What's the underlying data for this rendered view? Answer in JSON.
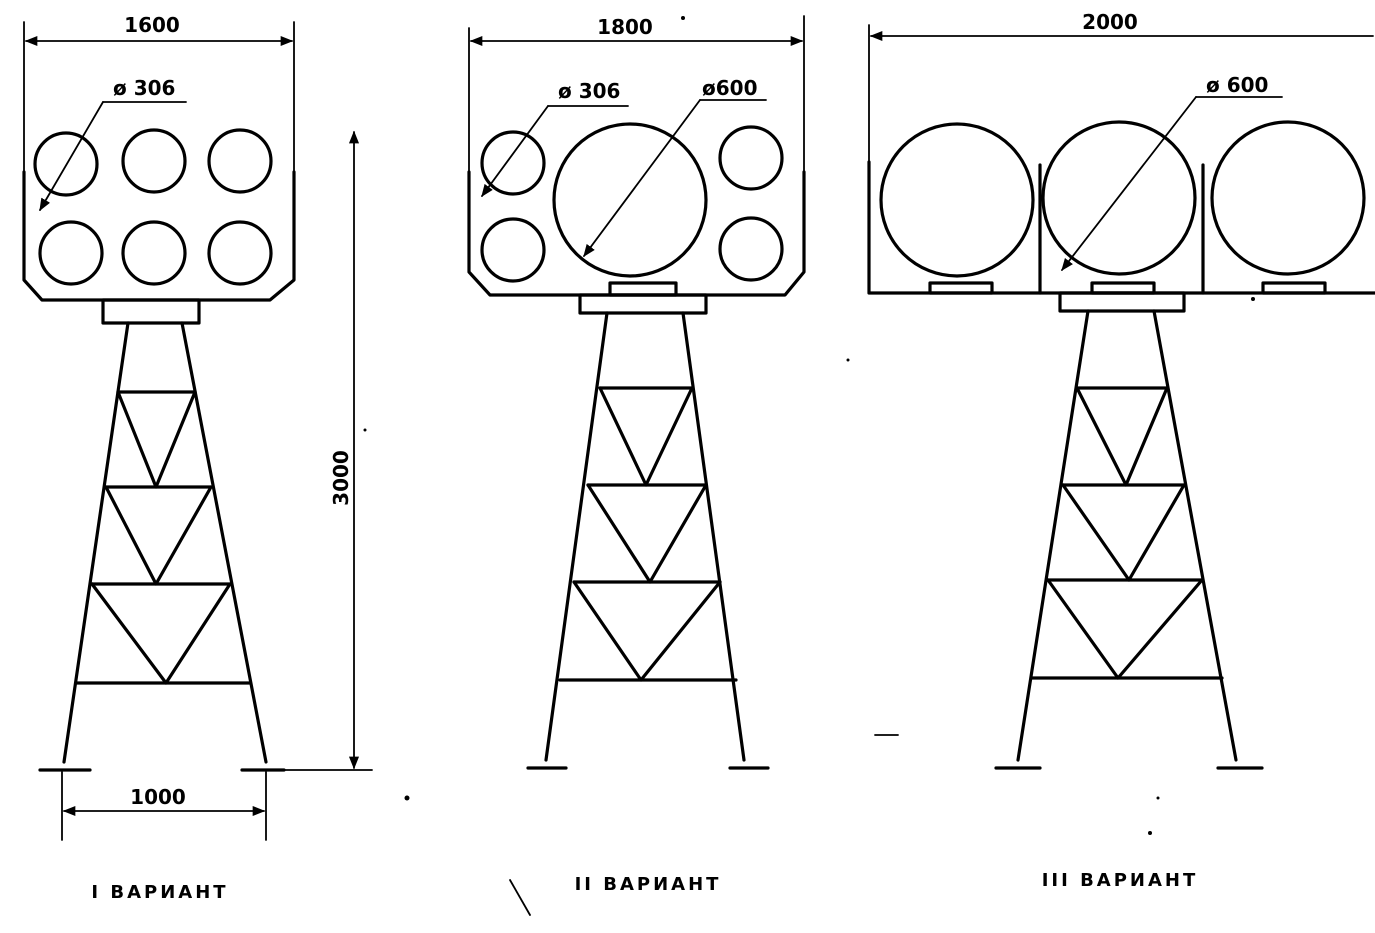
{
  "variants": [
    {
      "caption": "I ВАРИАНТ",
      "width_dim": "1600",
      "small_diameter": "ø 306"
    },
    {
      "caption": "II ВАРИАНТ",
      "width_dim": "1800",
      "small_diameter": "ø 306",
      "large_diameter": "ø600"
    },
    {
      "caption": "III ВАРИАНТ",
      "width_dim": "2000",
      "large_diameter": "ø 600"
    }
  ],
  "height_dim": "3000",
  "base_dim": "1000"
}
